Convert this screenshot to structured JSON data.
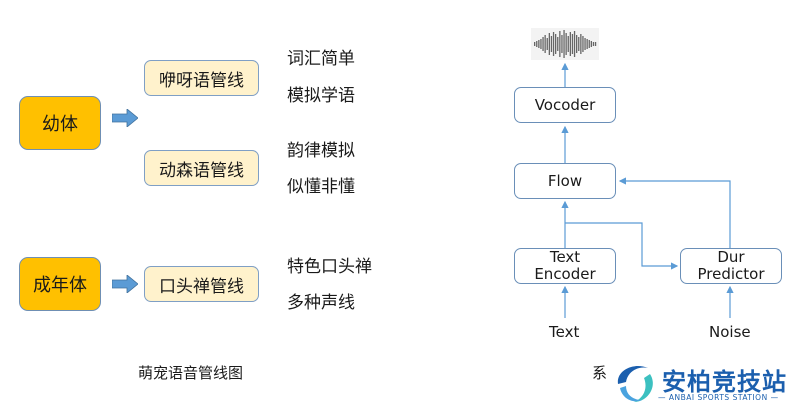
{
  "left_diagram": {
    "stages": [
      {
        "label": "幼体"
      },
      {
        "label": "成年体"
      }
    ],
    "pipelines": [
      {
        "label": "咿呀语管线",
        "notes": [
          "词汇简单",
          "模拟学语"
        ]
      },
      {
        "label": "动森语管线",
        "notes": [
          "韵律模拟",
          "似懂非懂"
        ]
      },
      {
        "label": "口头禅管线",
        "notes": [
          "特色口头禅",
          "多种声线"
        ]
      }
    ],
    "caption": "萌宠语音管线图"
  },
  "right_diagram": {
    "nodes": {
      "vocoder": "Vocoder",
      "flow": "Flow",
      "text_encoder_line1": "Text",
      "text_encoder_line2": "Encoder",
      "dur_predictor_line1": "Dur",
      "dur_predictor_line2": "Predictor"
    },
    "inputs": {
      "text": "Text",
      "noise": "Noise"
    },
    "caption_partial": "系"
  },
  "watermark": {
    "title": "安柏竞技站",
    "subtitle": "— ANBAI SPORTS STATION —"
  },
  "colors": {
    "stage_fill": "#ffc000",
    "pipeline_fill": "#fff2cc",
    "arrow_blue": "#5b9bd5",
    "node_border": "#6a8fb8",
    "logo_blue": "#1b5fae",
    "logo_teal": "#3cc0c0"
  }
}
